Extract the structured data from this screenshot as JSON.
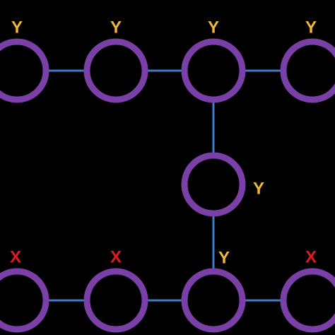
{
  "colors": {
    "background": "#000000",
    "node_stroke": "#7B3FA8",
    "edge": "#3F7BC8",
    "label_y": "#F4B63A",
    "label_x": "#E0191F"
  },
  "diagram": {
    "nodes": [
      {
        "id": "n1",
        "label": "Y"
      },
      {
        "id": "n2",
        "label": "Y"
      },
      {
        "id": "n3",
        "label": "Y"
      },
      {
        "id": "n4",
        "label": "Y"
      },
      {
        "id": "n5",
        "label": "Y"
      },
      {
        "id": "n6",
        "label": "X"
      },
      {
        "id": "n7",
        "label": "X"
      },
      {
        "id": "n8",
        "label": "Y"
      },
      {
        "id": "n9",
        "label": "X"
      }
    ],
    "edges": [
      {
        "from": "n1",
        "to": "n2"
      },
      {
        "from": "n2",
        "to": "n3"
      },
      {
        "from": "n3",
        "to": "n4"
      },
      {
        "from": "n3",
        "to": "n5"
      },
      {
        "from": "n5",
        "to": "n8"
      },
      {
        "from": "n6",
        "to": "n7"
      },
      {
        "from": "n7",
        "to": "n8"
      },
      {
        "from": "n8",
        "to": "n9"
      }
    ]
  }
}
